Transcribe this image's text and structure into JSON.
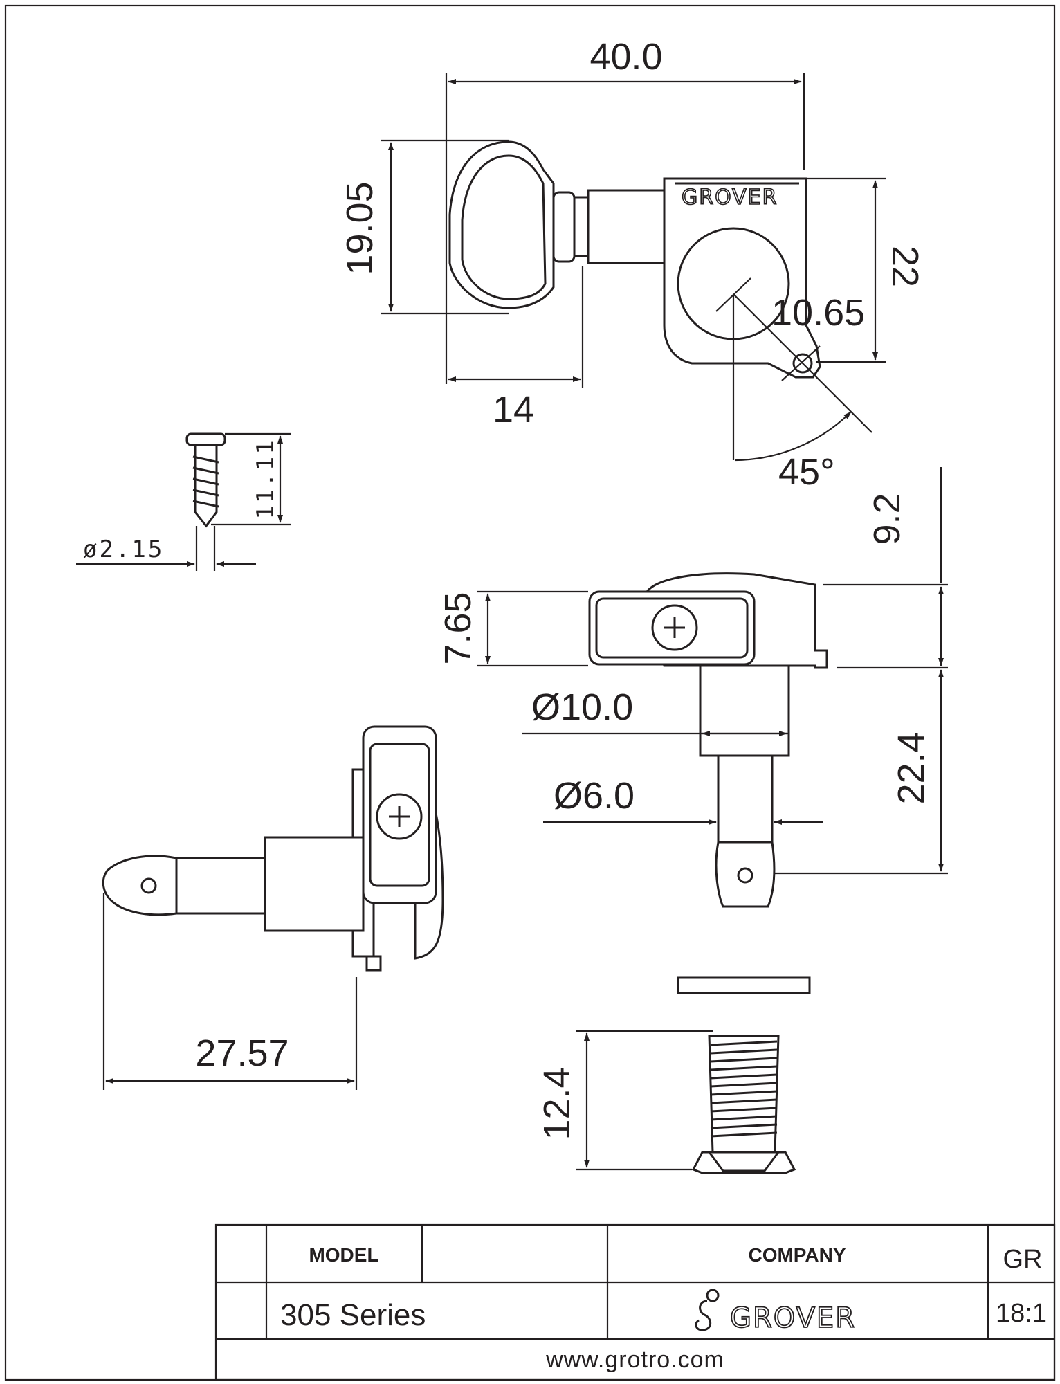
{
  "dimensions": {
    "overall_width": "40.0",
    "button_height": "19.05",
    "housing_height": "22",
    "offset": "10.65",
    "button_depth": "14",
    "angle": "45°",
    "screw_length": "11.11",
    "screw_diameter": "ø2.15",
    "housing_thickness": "7.65",
    "top_clearance": "9.2",
    "bushing_diameter": "Ø10.0",
    "post_diameter": "Ø6.0",
    "post_height": "22.4",
    "side_length": "27.57",
    "nut_height": "12.4"
  },
  "brand_marks": {
    "housing_logo": "GROVER",
    "title_block_logo": "GROVER"
  },
  "title_block": {
    "model_label": "MODEL",
    "model_value": "305 Series",
    "company_label": "COMPANY",
    "code": "GR",
    "scale": "18:1",
    "website": "www.grotro.com"
  }
}
